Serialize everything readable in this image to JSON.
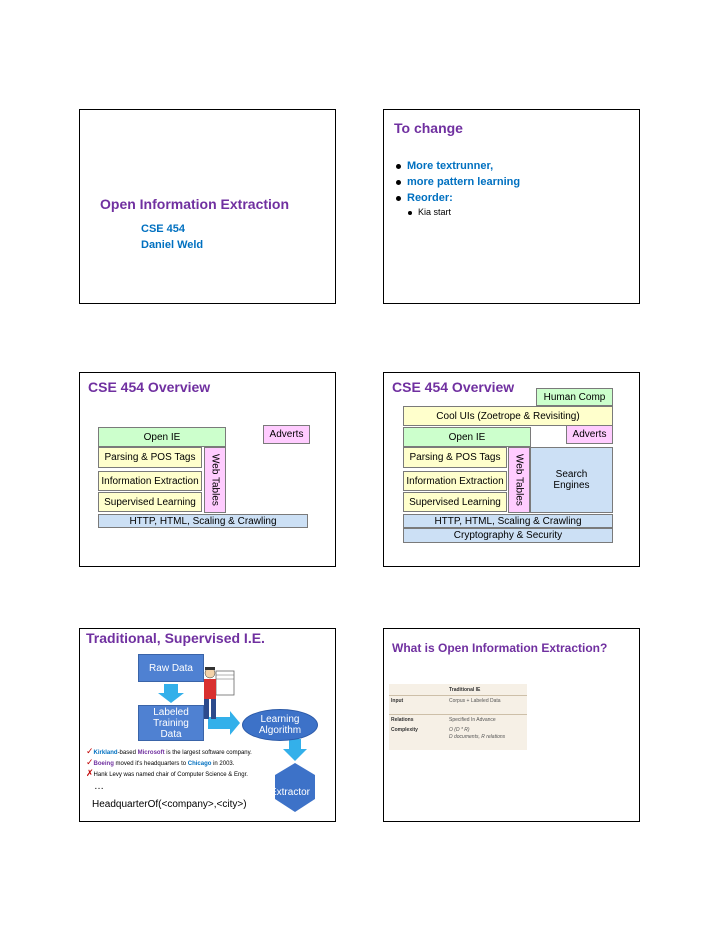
{
  "slide1": {
    "title": "Open Information Extraction",
    "course": "CSE 454",
    "author": "Daniel Weld"
  },
  "slide2": {
    "title": "To change",
    "bullets": [
      "More textrunner,",
      "more pattern learning",
      "Reorder:"
    ],
    "sub_bullets": [
      "Kia start"
    ]
  },
  "slide3": {
    "title": "CSE 454 Overview",
    "boxes": {
      "adverts": "Adverts",
      "open_ie": "Open IE",
      "parsing": "Parsing & POS Tags",
      "ie": "Information Extraction",
      "supervised": "Supervised Learning",
      "web_tables": "Web Tables",
      "http": "HTTP, HTML, Scaling & Crawling"
    }
  },
  "slide4": {
    "title": "CSE 454 Overview",
    "boxes": {
      "human_comp": "Human Comp",
      "cool_uis": "Cool UIs (Zoetrope & Revisiting)",
      "adverts": "Adverts",
      "open_ie": "Open IE",
      "parsing": "Parsing & POS Tags",
      "ie": "Information Extraction",
      "supervised": "Supervised Learning",
      "web_tables": "Web Tables",
      "search": "Search Engines",
      "http": "HTTP, HTML, Scaling & Crawling",
      "crypto": "Cryptography & Security"
    }
  },
  "slide5": {
    "title": "Traditional, Supervised I.E.",
    "raw_data": "Raw Data",
    "labeled": "Labeled Training Data",
    "learning": "Learning Algorithm",
    "extractor": "Extractor",
    "ex1": {
      "a": "Kirkland",
      "b": "-based ",
      "c": "Microsoft",
      "d": " is the largest software company."
    },
    "ex2": {
      "a": "Boeing",
      "b": " moved it's headquarters to ",
      "c": "Chicago",
      "d": " in 2003."
    },
    "ex3": "Hank Levy was named chair of Computer Science & Engr.",
    "ellipsis": "…",
    "relation": "HeadquarterOf(<company>,<city>)"
  },
  "slide6": {
    "title": "What is Open Information Extraction?",
    "table": {
      "header": "Traditional IE",
      "rows": [
        {
          "label": "Input",
          "value": "Corpus + Labeled Data"
        },
        {
          "label": "Relations",
          "value": "Specified In Advance"
        },
        {
          "label": "Complexity",
          "value": "O (D * R)",
          "value2": "D documents, R relations"
        }
      ]
    }
  }
}
